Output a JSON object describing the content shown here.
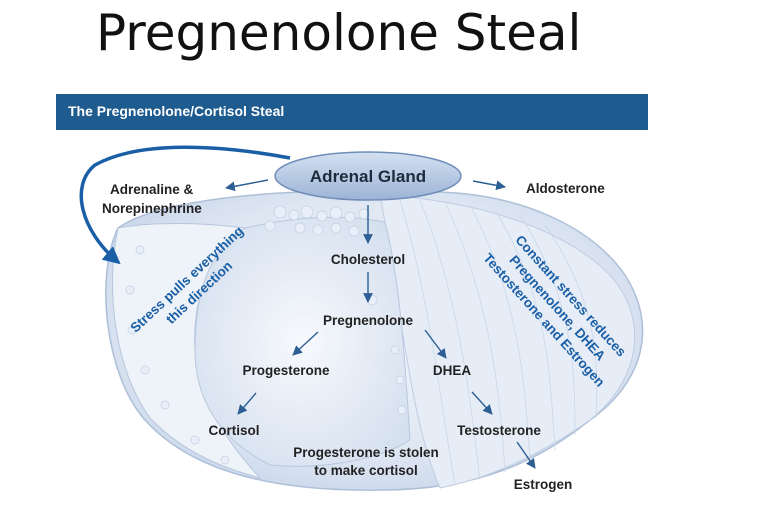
{
  "title": "Pregnenolone Steal",
  "banner": "The Pregnenolone/Cortisol Steal",
  "nodes": {
    "adrenal_gland": "Adrenal Gland",
    "adrenaline_line1": "Adrenaline &",
    "adrenaline_line2": "Norepinephrine",
    "aldosterone": "Aldosterone",
    "cholesterol": "Cholesterol",
    "pregnenolone": "Pregnenolone",
    "progesterone": "Progesterone",
    "dhea": "DHEA",
    "cortisol": "Cortisol",
    "testosterone": "Testosterone",
    "estrogen": "Estrogen"
  },
  "notes": {
    "stress_line1": "Stress pulls everything",
    "stress_line2": "this direction",
    "constant_line1": "Constant stress reduces",
    "constant_line2": "Pregnenolone, DHEA",
    "constant_line3": "Testosterone and Estrogen",
    "stolen_line1": "Progesterone is stolen",
    "stolen_line2": "to make cortisol"
  },
  "colors": {
    "banner": "#1e5b8f",
    "arrow": "#2d5f93",
    "note_text": "#1a5fa6",
    "gland_fill": "#b7c9e3"
  }
}
